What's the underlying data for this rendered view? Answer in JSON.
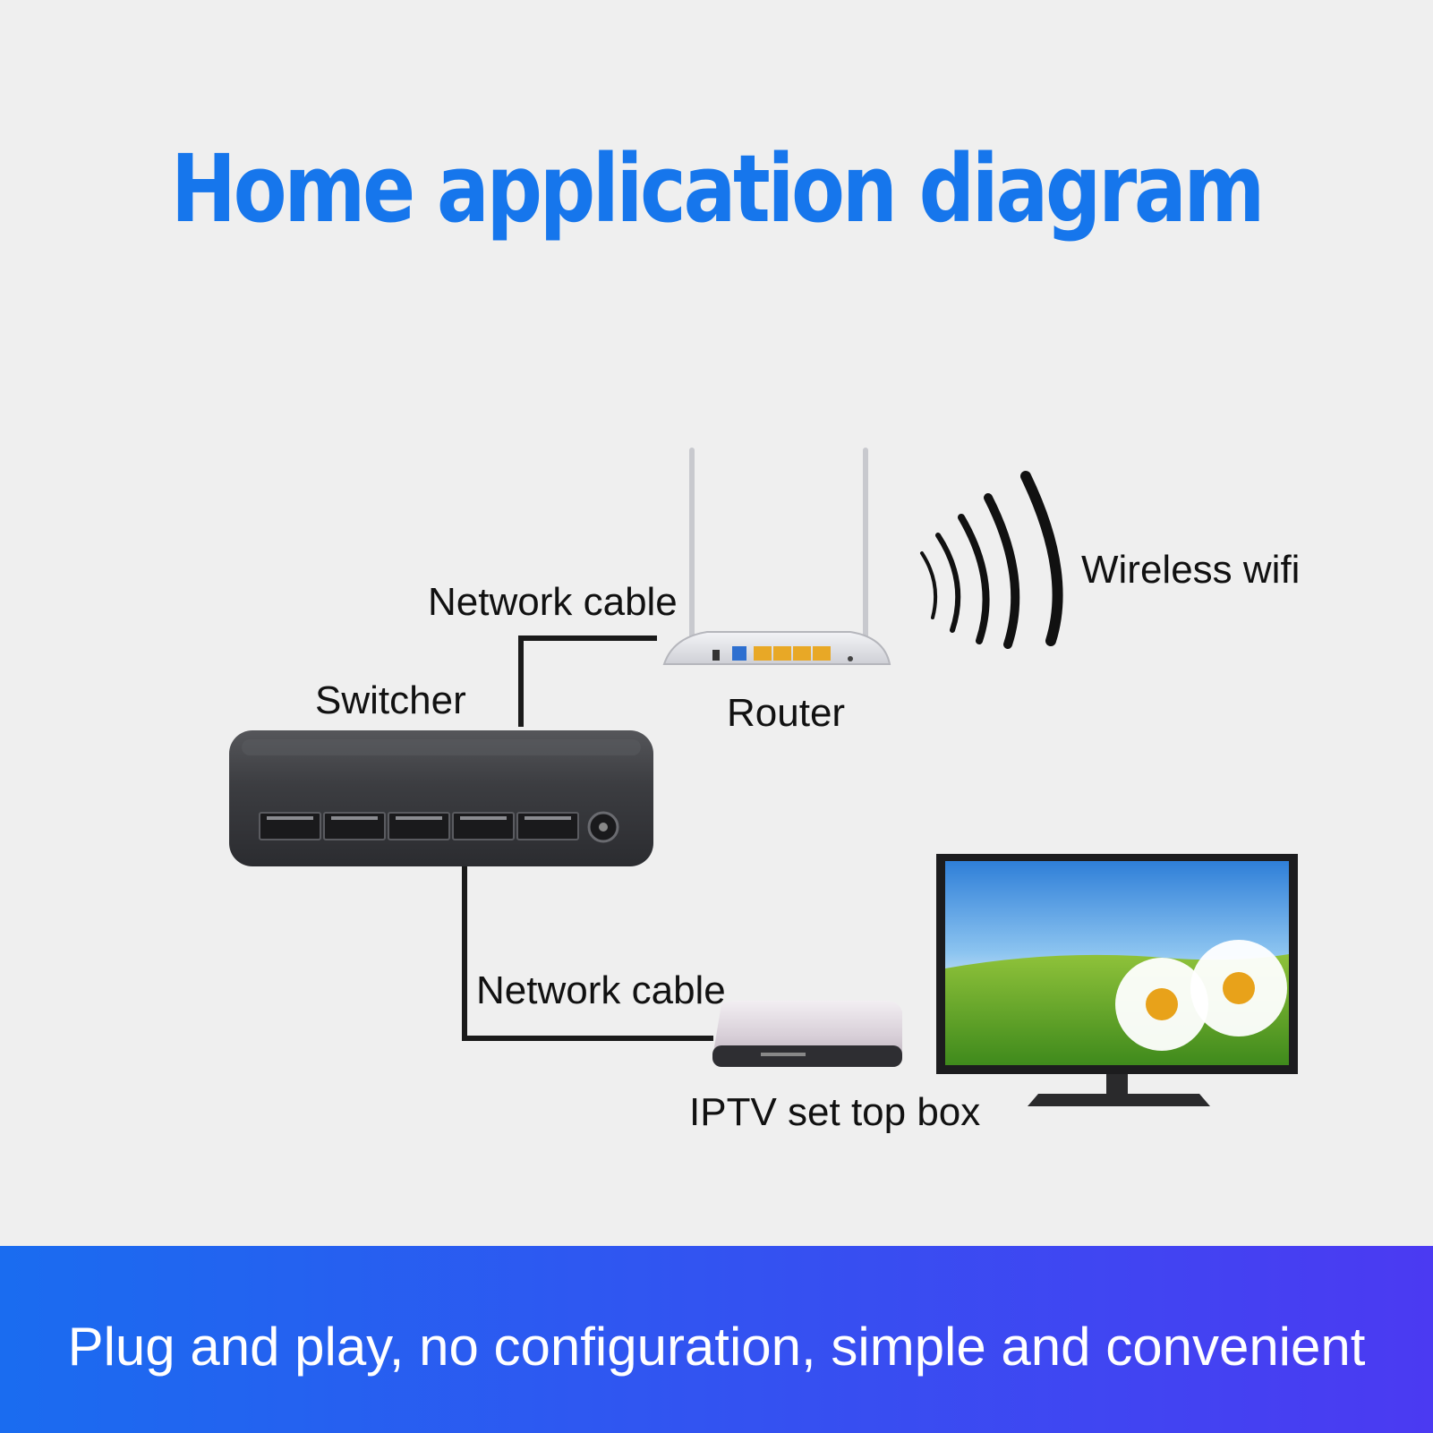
{
  "title": "Home application diagram",
  "colors": {
    "title": "#1676ec",
    "background": "#efefef",
    "banner_start": "#1a6cf0",
    "banner_end": "#4b3af2",
    "device_dark": "#3a3b3f",
    "router_body": "#e6e6ea",
    "cable": "#1a1a1a"
  },
  "labels": {
    "network_cable_top": "Network cable",
    "switcher": "Switcher",
    "router": "Router",
    "wireless_wifi": "Wireless wifi",
    "network_cable_bottom": "Network cable",
    "iptv_box": "IPTV set top box"
  },
  "icons": [
    "router-icon",
    "wifi-signal-icon",
    "switch-icon",
    "set-top-box-icon",
    "tv-icon"
  ],
  "banner": {
    "text": "Plug and play, no configuration, simple and convenient"
  }
}
